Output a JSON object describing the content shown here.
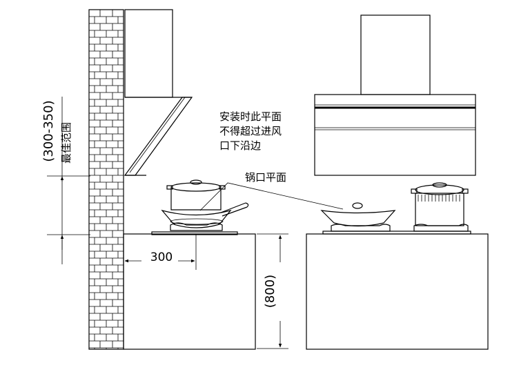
{
  "annotations": {
    "note_line1": "安装时此平面",
    "note_line2": "不得超过进风",
    "note_line3": "口下沿边",
    "pot_plane": "锅口平面",
    "best_range": "最佳范围",
    "range_value": "(300-350)",
    "distance_300": "300",
    "height_800": "(800)"
  }
}
